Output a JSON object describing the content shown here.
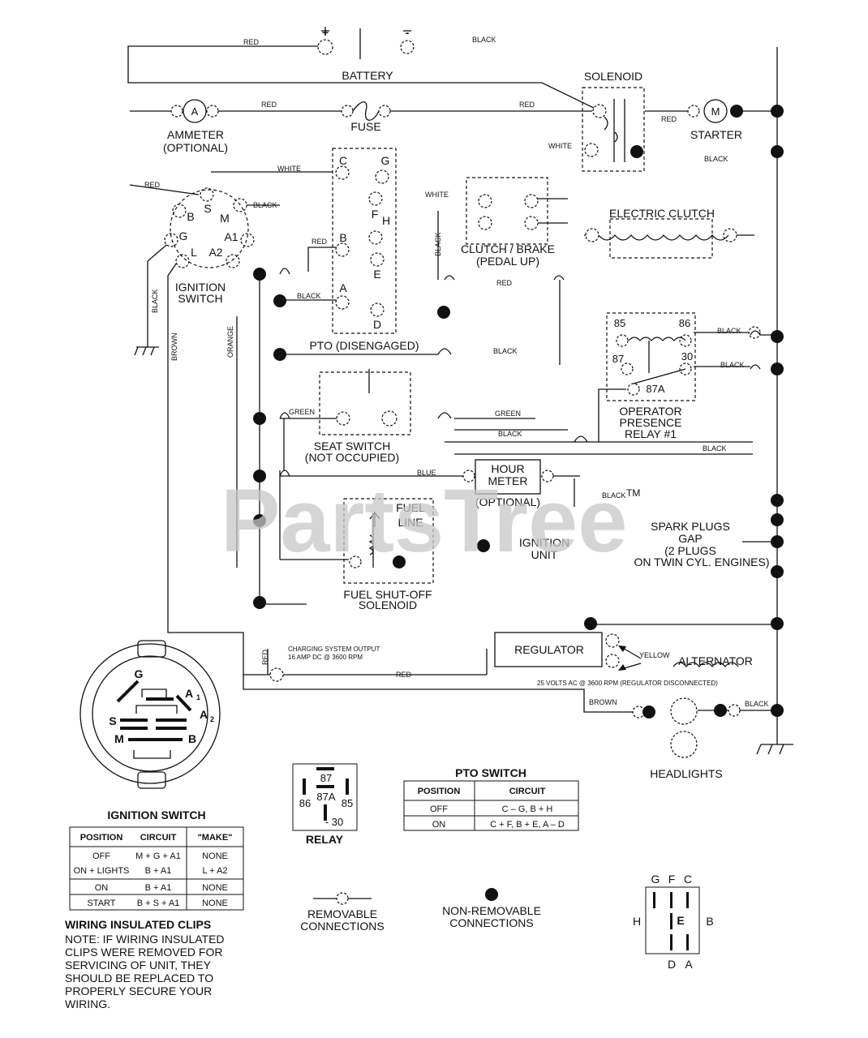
{
  "watermark": {
    "text": "PartsTree",
    "tm": "TM"
  },
  "components": {
    "battery": "BATTERY",
    "battery_pos": "+",
    "battery_neg": "-",
    "solenoid": "SOLENOID",
    "ammeter": "AMMETER",
    "ammeter_opt": "(OPTIONAL)",
    "ammeter_letter": "A",
    "fuse": "FUSE",
    "starter": "STARTER",
    "starter_letter": "M",
    "ignition_switch_1": "IGNITION",
    "ignition_switch_2": "SWITCH",
    "pto": "PTO (DISENGAGED)",
    "clutch_brake_1": "CLUTCH / BRAKE",
    "clutch_brake_2": "(PEDAL UP)",
    "electric_clutch": "ELECTRIC CLUTCH",
    "relay_1": "OPERATOR",
    "relay_2": "PRESENCE",
    "relay_3": "RELAY #1",
    "seat_switch_1": "SEAT SWITCH",
    "seat_switch_2": "(NOT OCCUPIED)",
    "hour_meter_1": "HOUR",
    "hour_meter_2": "METER",
    "hour_meter_3": "(OPTIONAL)",
    "fuel_line_1": "FUEL",
    "fuel_line_2": "LINE",
    "fuel_solenoid_1": "FUEL SHUT-OFF",
    "fuel_solenoid_2": "SOLENOID",
    "ignition_unit_1": "IGNITION",
    "ignition_unit_2": "UNIT",
    "spark_1": "SPARK PLUGS",
    "spark_2": "GAP",
    "spark_3": "(2 PLUGS",
    "spark_4": "ON TWIN CYL. ENGINES)",
    "regulator": "REGULATOR",
    "alternator": "ALTERNATOR",
    "headlights": "HEADLIGHTS",
    "charging_1": "CHARGING SYSTEM OUTPUT",
    "charging_2": "16 AMP DC @ 3600 RPM",
    "ac_note": "25 VOLTS AC @ 3600 RPM (REGULATOR DISCONNECTED)"
  },
  "terminals": {
    "ign": [
      "B",
      "S",
      "M",
      "G",
      "L",
      "A1",
      "A2"
    ],
    "pto": [
      "C",
      "G",
      "F",
      "H",
      "B",
      "E",
      "A",
      "D"
    ],
    "relay": [
      "85",
      "86",
      "87",
      "30",
      "87A"
    ]
  },
  "wires": {
    "red": "RED",
    "black": "BLACK",
    "white": "WHITE",
    "white_short": "WHITE",
    "brown": "BROWN",
    "orange": "ORANGE",
    "green": "GREEN",
    "blue": "BLUE",
    "yellow": "YELLOW"
  },
  "ignition_face": {
    "title": "IGNITION SWITCH",
    "labels": [
      "G",
      "A",
      "1",
      "S",
      "A",
      "2",
      "M",
      "B"
    ]
  },
  "ignition_table": {
    "headers": [
      "POSITION",
      "CIRCUIT",
      "\"MAKE\""
    ],
    "rows": [
      [
        "OFF",
        "M + G + A1",
        "NONE"
      ],
      [
        "ON + LIGHTS",
        "B + A1",
        "L + A2"
      ],
      [
        "ON",
        "B + A1",
        "NONE"
      ],
      [
        "START",
        "B + S + A1",
        "NONE"
      ]
    ]
  },
  "relay_legend": {
    "title": "RELAY",
    "pins": [
      "87",
      "86",
      "87A",
      "85",
      "- 30"
    ]
  },
  "pto_table": {
    "title": "PTO SWITCH",
    "headers": [
      "POSITION",
      "CIRCUIT"
    ],
    "rows": [
      [
        "OFF",
        "C – G, B + H"
      ],
      [
        "ON",
        "C + F, B + E, A – D"
      ]
    ]
  },
  "legend": {
    "removable_1": "REMOVABLE",
    "removable_2": "CONNECTIONS",
    "nonremovable_1": "NON-REMOVABLE",
    "nonremovable_2": "CONNECTIONS"
  },
  "clips_note": {
    "title": "WIRING INSULATED CLIPS",
    "lines": [
      "NOTE: IF WIRING INSULATED",
      "CLIPS WERE REMOVED FOR",
      "SERVICING OF UNIT, THEY",
      "SHOULD BE REPLACED TO",
      "PROPERLY SECURE YOUR",
      "WIRING."
    ]
  },
  "pto_pinout": {
    "top": [
      "G",
      "F",
      "C"
    ],
    "left": "H",
    "center": "E",
    "right": "B",
    "bottom": [
      "D",
      "A"
    ]
  }
}
